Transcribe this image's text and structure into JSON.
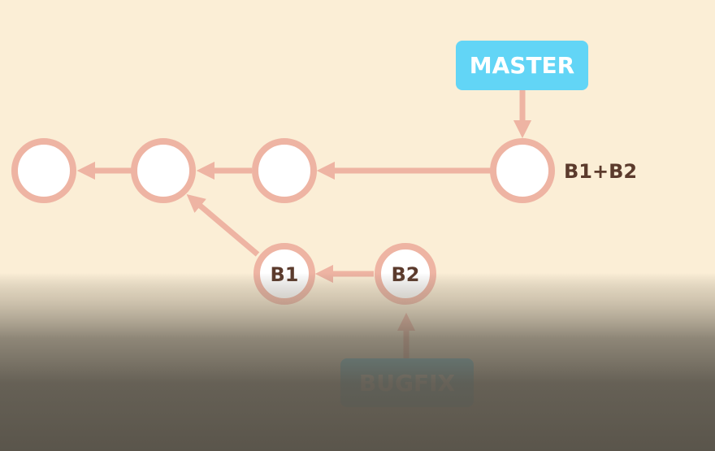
{
  "colors": {
    "background": "#fbeed6",
    "node_fill": "#ffffff",
    "node_ring": "#eeb4a3",
    "connector": "#eeb4a3",
    "text_dark": "#5b3a2c",
    "branch_tag": "#62d5f6",
    "branch_text": "#ffffff",
    "shade": "#5d584e"
  },
  "branches": {
    "master": {
      "label": "MASTER"
    },
    "bugfix": {
      "label": "BUGFIX"
    }
  },
  "commits": {
    "c1": {
      "label": ""
    },
    "c2": {
      "label": ""
    },
    "c3": {
      "label": ""
    },
    "merge": {
      "label": "",
      "side_label": "B1+B2"
    },
    "b1": {
      "label": "B1"
    },
    "b2": {
      "label": "B2"
    }
  }
}
